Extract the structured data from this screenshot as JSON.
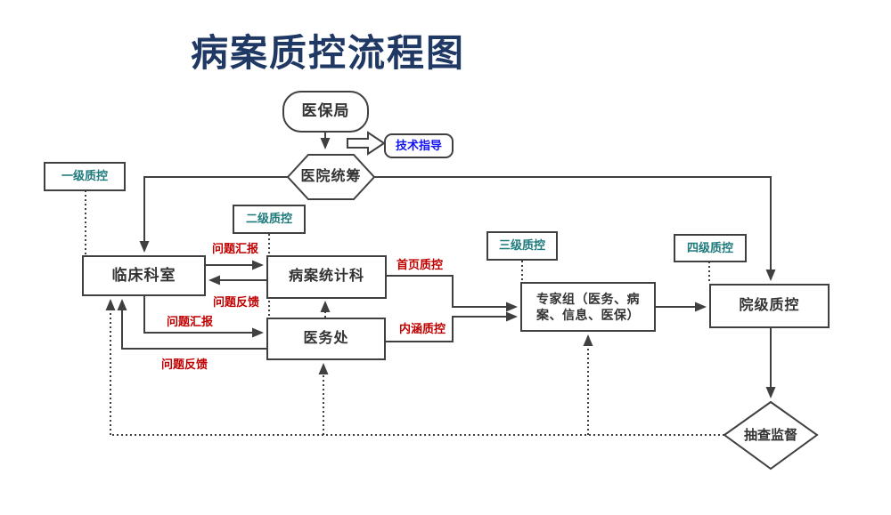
{
  "title": "病案质控流程图",
  "nodes": {
    "medical_insurance_bureau": {
      "label": "医保局"
    },
    "technical_guidance": {
      "label": "技术指导"
    },
    "hospital_coordination": {
      "label": "医院统筹"
    },
    "level1_qc": {
      "label": "一级质控"
    },
    "level2_qc": {
      "label": "二级质控"
    },
    "level3_qc": {
      "label": "三级质控"
    },
    "level4_qc": {
      "label": "四级质控"
    },
    "clinical_department": {
      "label": "临床科室"
    },
    "medical_record_statistics": {
      "label": "病案统计科"
    },
    "medical_affairs_office": {
      "label": "医务处"
    },
    "expert_group": {
      "line1": "专家组（医务、病",
      "line2": "案、信息、医保）"
    },
    "hospital_level_qc": {
      "label": "院级质控"
    },
    "spot_check_supervision": {
      "label": "抽查监督"
    }
  },
  "edge_labels": {
    "problem_report_1": "问题汇报",
    "problem_feedback_1": "问题反馈",
    "problem_report_2": "问题汇报",
    "problem_feedback_2": "问题反馈",
    "front_page_qc": "首页质控",
    "content_qc": "内涵质控"
  },
  "colors": {
    "line": "#404040",
    "text": "#333333",
    "teal": "#1E7A7C",
    "red": "#C00000",
    "blue": "#1414F0",
    "title": "#1F3864",
    "bg": "#FFFFFF"
  }
}
